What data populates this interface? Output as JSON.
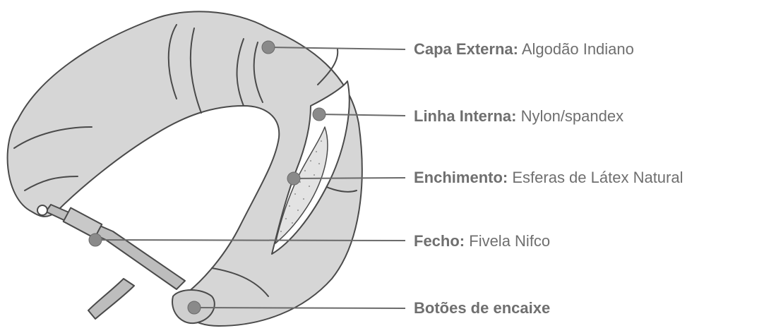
{
  "callouts": [
    {
      "term": "Capa Externa:",
      "desc": "Algodão Indiano"
    },
    {
      "term": "Linha Interna:",
      "desc": "Nylon/spandex"
    },
    {
      "term": "Enchimento:",
      "desc": "Esferas de Látex Natural"
    },
    {
      "term": "Fecho:",
      "desc": "Fivela Nifco"
    },
    {
      "term": "Botões de encaixe",
      "desc": ""
    }
  ],
  "colors": {
    "fabric": "#d6d6d6",
    "outline": "#4a4a4a",
    "marker": "#8a8a8a",
    "leader": "#6a6a6a",
    "text": "#6f6f6f"
  },
  "icons": [
    "travel-pillow-illustration"
  ]
}
